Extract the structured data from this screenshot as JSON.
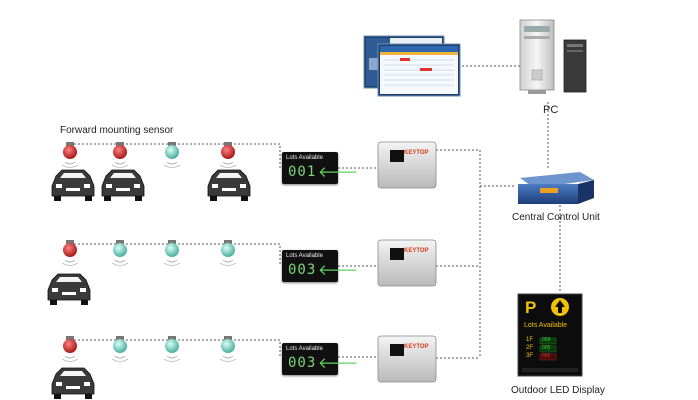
{
  "labels": {
    "sensor_caption": "Forward mounting sensor",
    "pc": "PC",
    "central_unit": "Central Control Unit",
    "outdoor_display": "Outdoor LED Display"
  },
  "indoor_signs": [
    {
      "caption": "Lots Available",
      "count": "001",
      "arrow": "🡐"
    },
    {
      "caption": "Lots Available",
      "count": "003",
      "arrow": "🡐"
    },
    {
      "caption": "Lots Available",
      "count": "003",
      "arrow": "🡐"
    }
  ],
  "controller_brand": "KEYTOP",
  "outdoor_board": {
    "parking_letter": "P",
    "heading": "Lots Available",
    "floors": [
      {
        "floor": "1F",
        "count": "008"
      },
      {
        "floor": "2F",
        "count": "005"
      },
      {
        "floor": "3F",
        "count": "000"
      }
    ]
  },
  "colors": {
    "occupied": "#c62828",
    "vacant": "#3fb8a8",
    "sign_digits": "#7cd67c",
    "brand": "#d63a1a"
  }
}
